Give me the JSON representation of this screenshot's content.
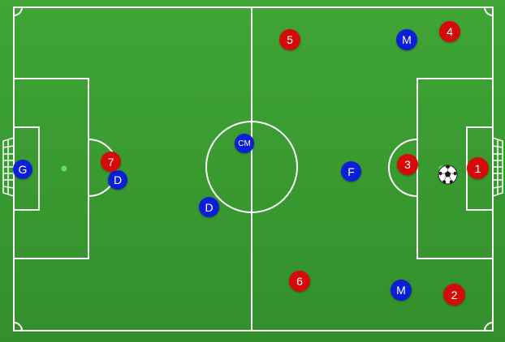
{
  "colors": {
    "grass_light": "#3fa535",
    "grass_dark": "#2f8c2a",
    "lines": "#ffffff",
    "team_blue": "#0a1fd6",
    "team_red": "#d40b0b",
    "spot": "#55e07a"
  },
  "blue_players": [
    {
      "label": "G"
    },
    {
      "label": "D"
    },
    {
      "label": "D"
    },
    {
      "label": "CM"
    },
    {
      "label": "F"
    },
    {
      "label": "M"
    },
    {
      "label": "M"
    }
  ],
  "red_players": [
    {
      "label": "7"
    },
    {
      "label": "5"
    },
    {
      "label": "4"
    },
    {
      "label": "3"
    },
    {
      "label": "1"
    },
    {
      "label": "6"
    },
    {
      "label": "2"
    }
  ],
  "ball": {
    "icon": "soccer-ball-icon"
  }
}
